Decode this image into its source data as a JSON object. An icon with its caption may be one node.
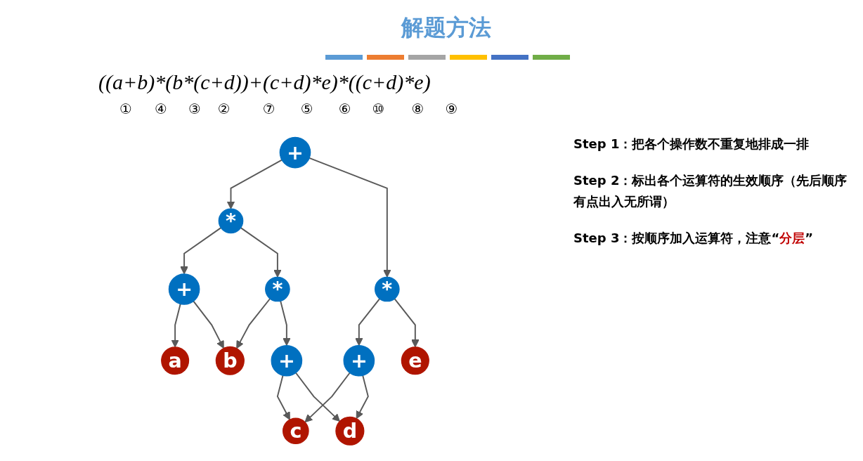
{
  "diagram": {
    "title": "解题方法",
    "nodes": [
      {
        "text": [
          "+"
        ]
      },
      {
        "text": [
          "*"
        ]
      },
      {
        "text": [
          "*"
        ]
      },
      {
        "text": [
          "*"
        ]
      },
      {
        "text": [
          "+"
        ]
      },
      {
        "text": [
          "+"
        ]
      },
      {
        "text": [
          "+"
        ]
      },
      {
        "text": [
          "a"
        ]
      },
      {
        "text": [
          "b"
        ]
      },
      {
        "text": [
          "c"
        ]
      },
      {
        "text": [
          "d"
        ]
      },
      {
        "text": [
          "e"
        ]
      }
    ],
    "edges": [
      {
        "from": 0,
        "to": 1,
        "arrow": "to"
      },
      {
        "from": 0,
        "to": 3,
        "arrow": "to"
      },
      {
        "from": 1,
        "to": 4,
        "arrow": "to"
      },
      {
        "from": 1,
        "to": 2,
        "arrow": "to"
      },
      {
        "from": 2,
        "to": 8,
        "arrow": "to"
      },
      {
        "from": 2,
        "to": 5,
        "arrow": "to"
      },
      {
        "from": 3,
        "to": 6,
        "arrow": "to"
      },
      {
        "from": 3,
        "to": 11,
        "arrow": "to"
      },
      {
        "from": 4,
        "to": 7,
        "arrow": "to"
      },
      {
        "from": 4,
        "to": 8,
        "arrow": "to"
      },
      {
        "from": 5,
        "to": 9,
        "arrow": "to"
      },
      {
        "from": 5,
        "to": 10,
        "arrow": "to"
      },
      {
        "from": 6,
        "to": 9,
        "arrow": "to"
      },
      {
        "from": 6,
        "to": 10,
        "arrow": "to"
      }
    ],
    "labels": [
      "((a+b)*(b*(c+d))+(c+d)*e)*((c+d)*e)",
      "①",
      "④",
      "③",
      "②",
      "⑦",
      "⑤",
      "⑥",
      "⑩",
      "⑧",
      "⑨",
      "Step 1：把各个操作数不重复地排成一排",
      "Step 2：标出各个运算符的生效顺序（先后顺序有点出入无所谓）",
      "Step 3：按顺序加入运算符，注意“**分层**”"
    ]
  }
}
